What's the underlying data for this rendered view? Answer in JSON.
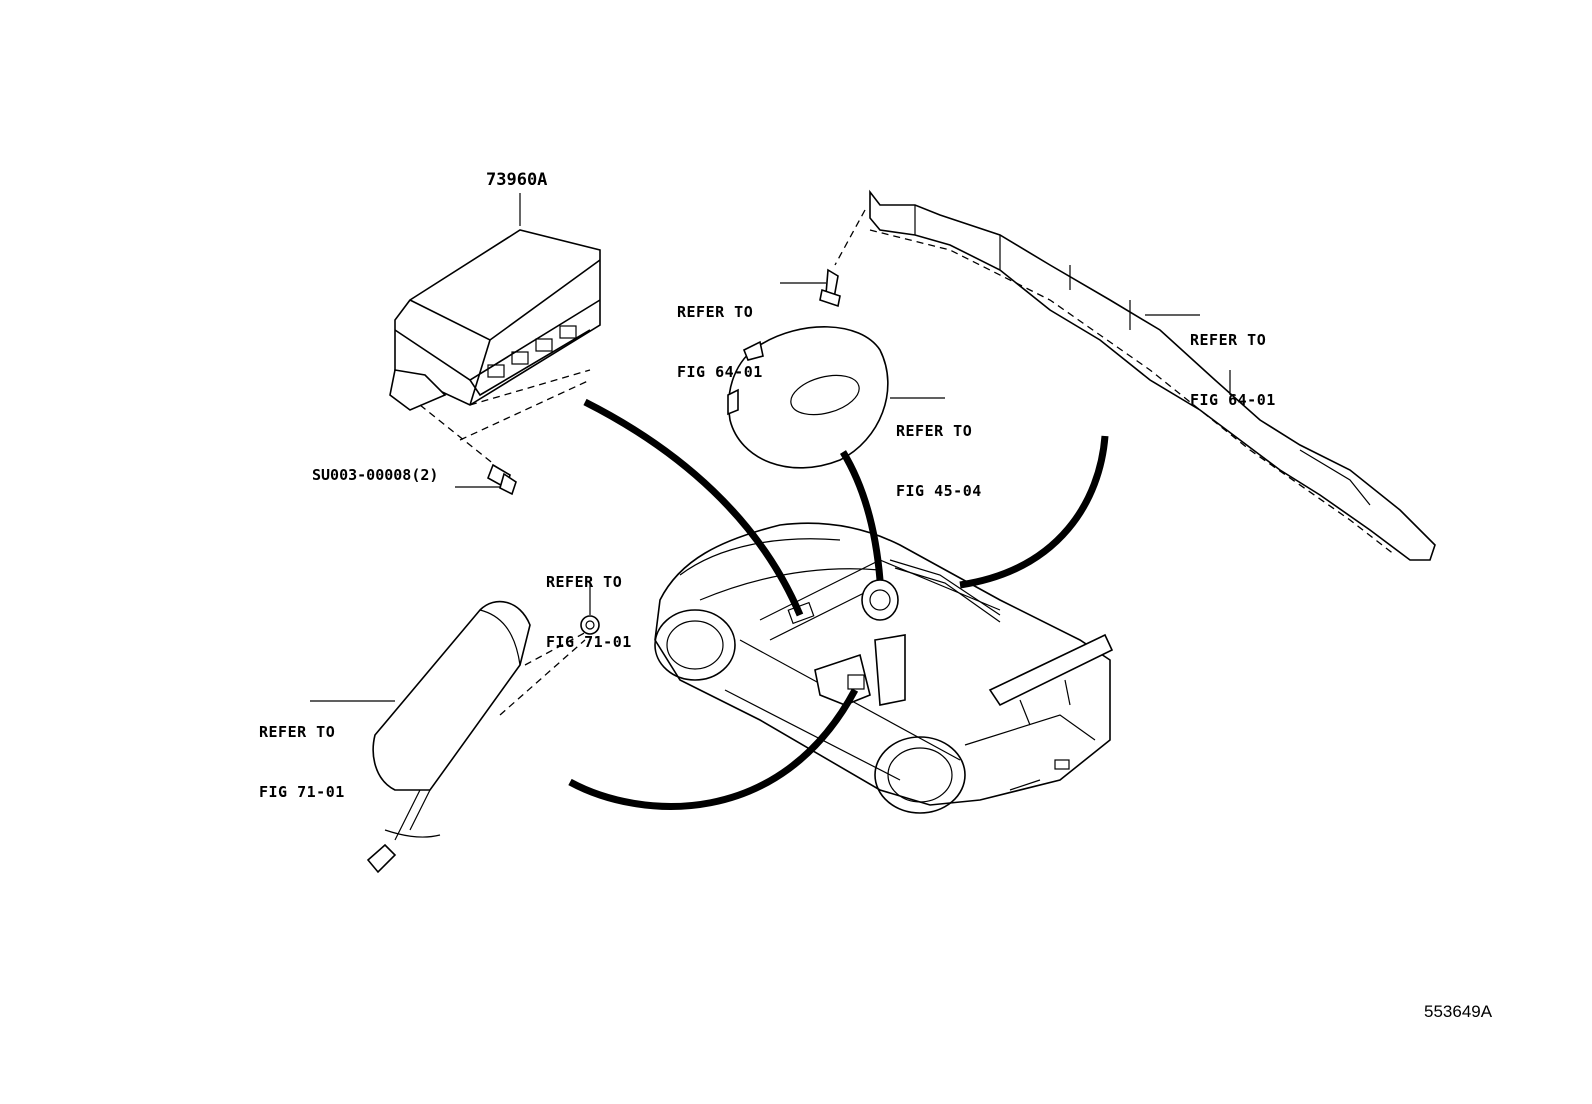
{
  "labels": {
    "pass_airbag_part": "73960A",
    "bolt_part": "SU003-00008(2)",
    "refer_to": "REFER TO",
    "fig_64_01": "FIG 64-01",
    "fig_45_04": "FIG 45-04",
    "fig_71_01": "FIG 71-01"
  },
  "illustration_number": "553649A"
}
